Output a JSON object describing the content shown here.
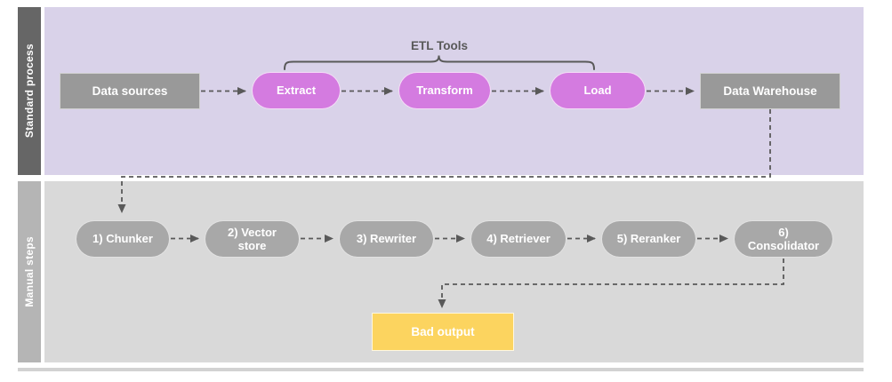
{
  "diagram": {
    "lanes": {
      "standard": {
        "label": "Standard process"
      },
      "manual": {
        "label": "Manual steps"
      }
    },
    "annotations": {
      "etl_tools": "ETL Tools"
    },
    "nodes": {
      "data_sources": "Data sources",
      "extract": "Extract",
      "transform": "Transform",
      "load": "Load",
      "data_warehouse": "Data Warehouse",
      "chunker": "1) Chunker",
      "vector_store": "2) Vector store",
      "rewriter": "3) Rewriter",
      "retriever": "4) Retriever",
      "reranker": "5) Reranker",
      "consolidator": "6) Consolidator",
      "bad_output": "Bad output"
    },
    "colors": {
      "standard_lane_bg": "#d9d2e9",
      "standard_lane_bar": "#666666",
      "manual_lane_bg": "#d9d9d9",
      "manual_lane_bar": "#b5b5b5",
      "process_box": "#999999",
      "etl_pill": "#d47be0",
      "manual_pill": "#a8a8a8",
      "bad_output_box": "#fcd45f",
      "connector": "#595959"
    }
  }
}
